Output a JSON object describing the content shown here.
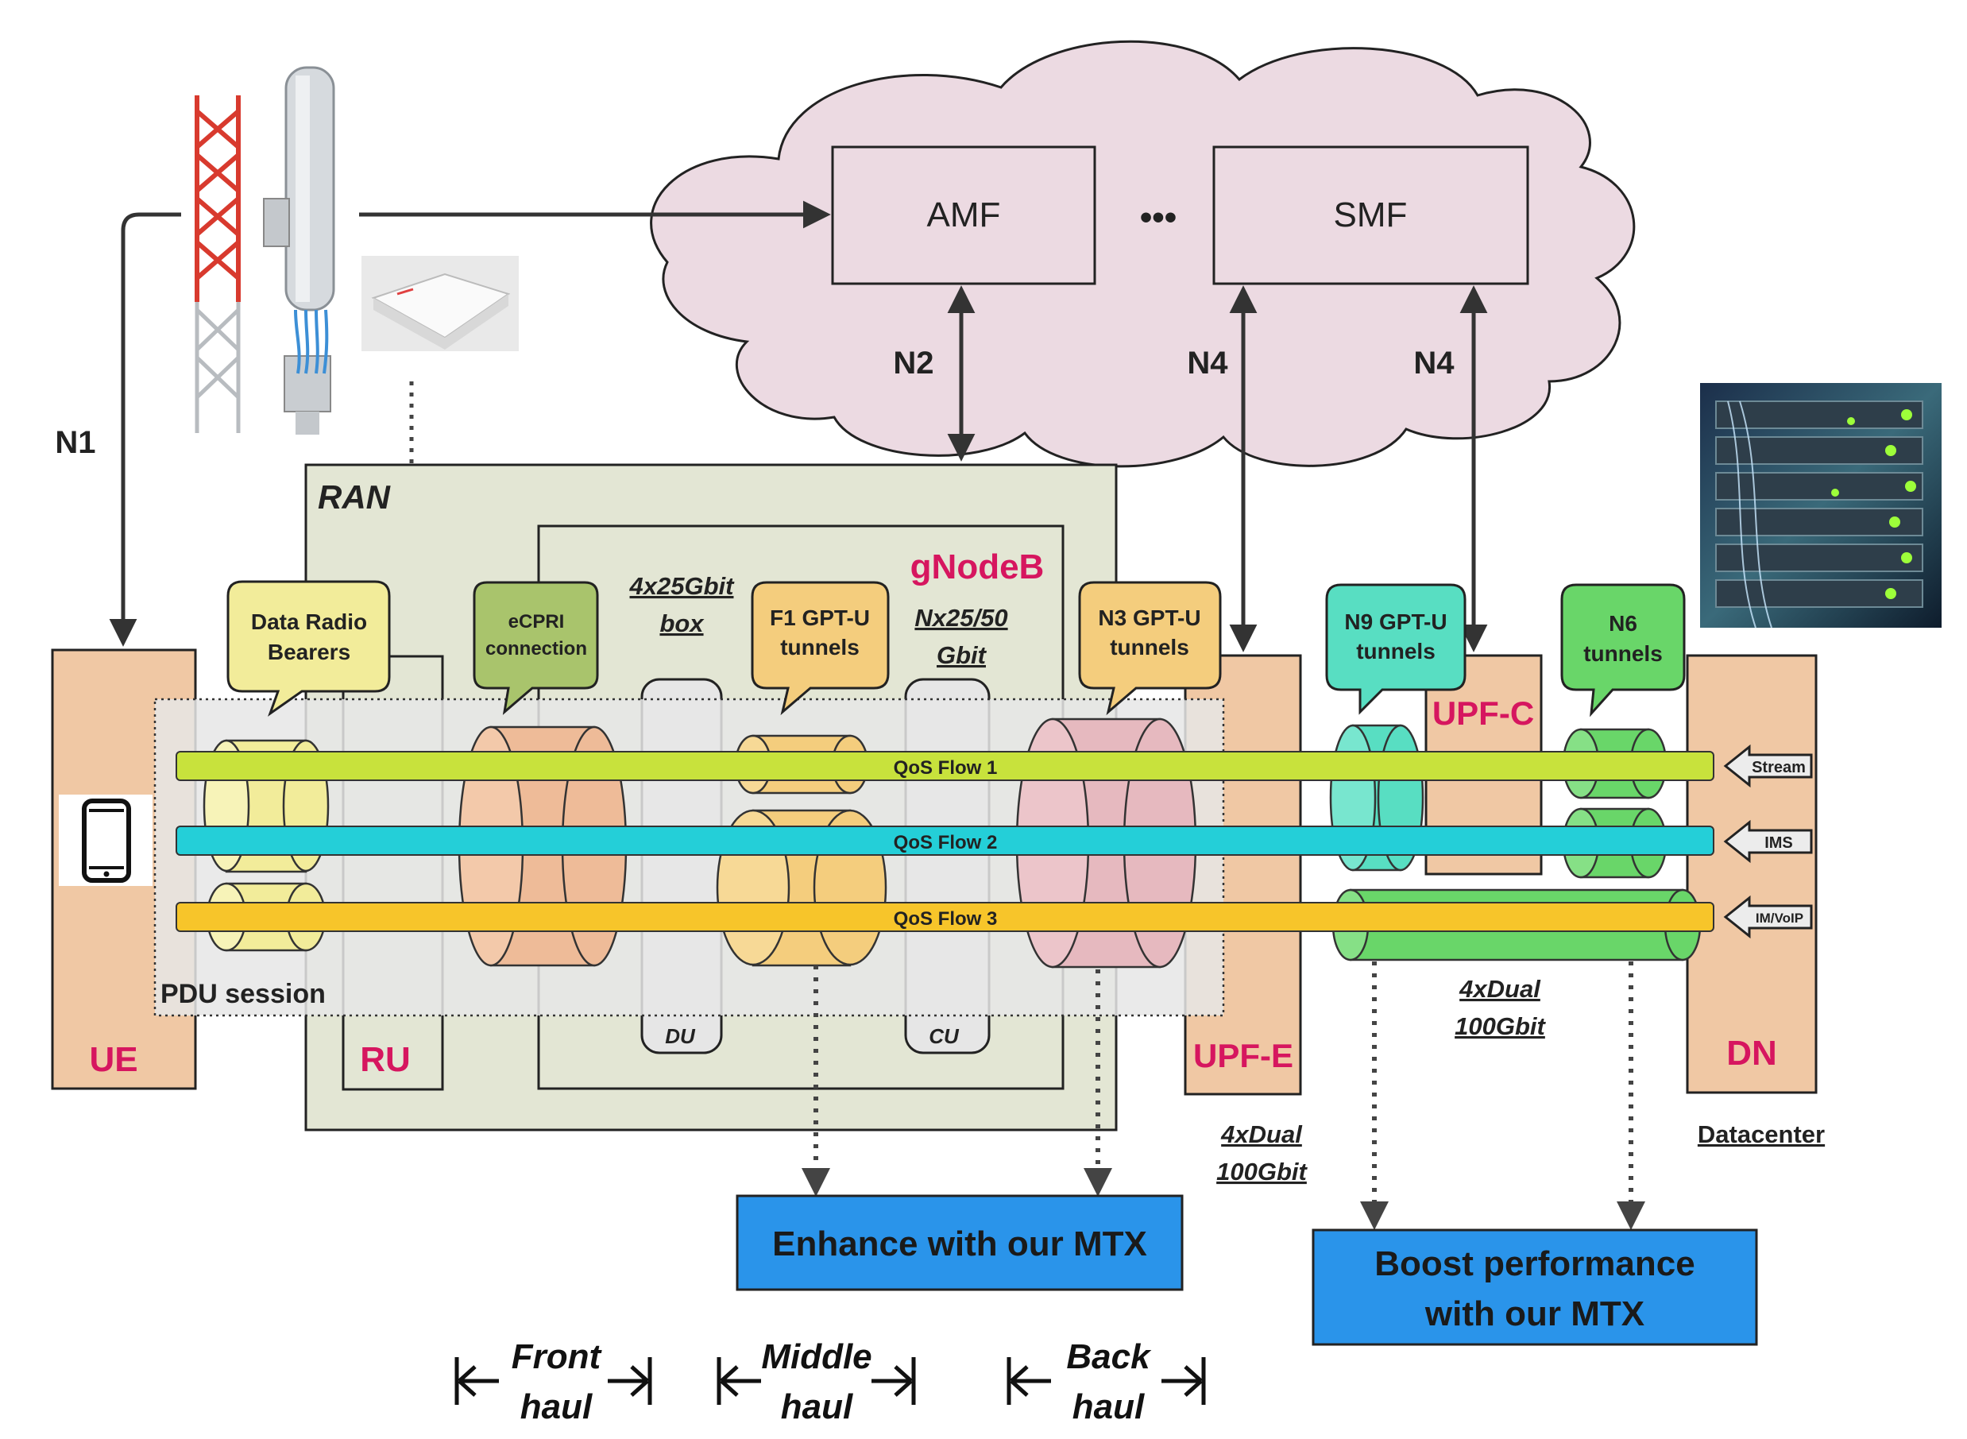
{
  "core": {
    "amf": "AMF",
    "ellipsis": "•••",
    "smf": "SMF",
    "n2": "N2",
    "n4_a": "N4",
    "n4_b": "N4",
    "n1": "N1"
  },
  "ran": {
    "title": "RAN",
    "gnodeb": "gNodeB",
    "du_box_1": "4x25Gbit",
    "du_box_2": "box",
    "cu_link_1": "Nx25/50",
    "cu_link_2": "Gbit",
    "du": "DU",
    "cu": "CU",
    "ru": "RU"
  },
  "nodes": {
    "ue": "UE",
    "upf_e": "UPF-E",
    "upf_c": "UPF-C",
    "dn": "DN",
    "pdu_session": "PDU session"
  },
  "callouts": {
    "drb_1": "Data Radio",
    "drb_2": "Bearers",
    "ecpri_1": "eCPRI",
    "ecpri_2": "connection",
    "f1_1": "F1 GPT-U",
    "f1_2": "tunnels",
    "n3_1": "N3 GPT-U",
    "n3_2": "tunnels",
    "n9_1": "N9 GPT-U",
    "n9_2": "tunnels",
    "n6_1": "N6",
    "n6_2": "tunnels"
  },
  "flows": {
    "flow1": "QoS Flow 1",
    "flow2": "QoS Flow 2",
    "flow3": "QoS Flow 3",
    "src1": "Stream",
    "src2": "IMS",
    "src3": "IM/VoIP"
  },
  "links": {
    "upf_link_1": "4xDual",
    "upf_link_2": "100Gbit",
    "dc_link_1": "4xDual",
    "dc_link_2": "100Gbit",
    "datacenter": "Datacenter"
  },
  "actions": {
    "enhance": "Enhance with our MTX",
    "boost_1": "Boost performance",
    "boost_2": "with our MTX"
  },
  "haul": {
    "front_1": "Front",
    "front_2": "haul",
    "middle_1": "Middle",
    "middle_2": "haul",
    "back_1": "Back",
    "back_2": "haul"
  },
  "colors": {
    "core_cloud": "#ecdae2",
    "ran_bg": "#e3e6d4",
    "node_fill": "#f0c8a4",
    "accent_text": "#d6165f",
    "flow1": "#c8e23c",
    "flow2": "#24cfd8",
    "flow3": "#f7c52a",
    "mtx_button": "#2a94ea"
  }
}
